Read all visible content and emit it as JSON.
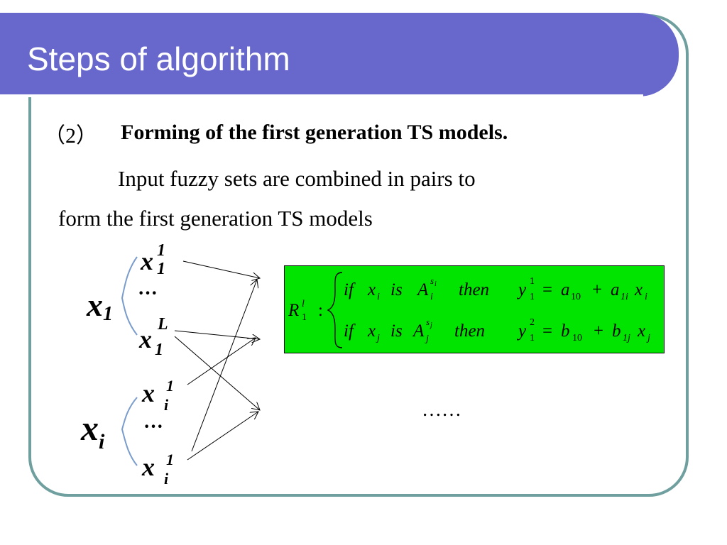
{
  "slide": {
    "title": "Steps of algorithm",
    "step_number": "（2）",
    "step_heading": "Forming of the first generation TS models.",
    "description_line1": "Input fuzzy sets are combined in pairs to",
    "description_line2": "form the first generation TS models",
    "continuation": "……"
  },
  "diagram": {
    "groups": [
      {
        "variable": "x",
        "variable_sub": "1",
        "sets": [
          {
            "base": "x",
            "sub": "1",
            "sup": "1"
          },
          {
            "ellipsis": "···"
          },
          {
            "base": "x",
            "sub": "1",
            "sup": "L"
          }
        ]
      },
      {
        "variable": "x",
        "variable_sub": "i",
        "sets": [
          {
            "base": "x",
            "sub": "i",
            "sup": "1"
          },
          {
            "ellipsis": "···"
          },
          {
            "base": "x",
            "sub": "i",
            "sup": "1"
          }
        ]
      }
    ]
  },
  "rule": {
    "lhs": {
      "base": "R",
      "sub": "1",
      "sup": "l",
      "colon": ":"
    },
    "line1": {
      "kw_if": "if",
      "var": "x",
      "var_sub": "i",
      "kw_is": "is",
      "set": "A",
      "set_sub": "i",
      "set_sup": "s",
      "set_sup_sub": "i",
      "kw_then": "then",
      "out": "y",
      "out_sub": "1",
      "out_sup": "1",
      "eq": "=",
      "c0": "a",
      "c0_sub": "10",
      "plus": "+",
      "c1": "a",
      "c1_sub": "1i",
      "x": "x",
      "x_sub": "i"
    },
    "line2": {
      "kw_if": "if",
      "var": "x",
      "var_sub": "j",
      "kw_is": "is",
      "set": "A",
      "set_sub": "j",
      "set_sup": "s",
      "set_sup_sub": "j",
      "kw_then": "then",
      "out": "y",
      "out_sub": "1",
      "out_sup": "2",
      "eq": "=",
      "c0": "b",
      "c0_sub": "10",
      "plus": "+",
      "c1": "b",
      "c1_sub": "1j",
      "x": "x",
      "x_sub": "j"
    }
  },
  "colors": {
    "title_bar": "#6868cc",
    "frame_border": "#6f9f9f",
    "rule_box": "#00e400",
    "bracket": "#7a9ccc"
  }
}
